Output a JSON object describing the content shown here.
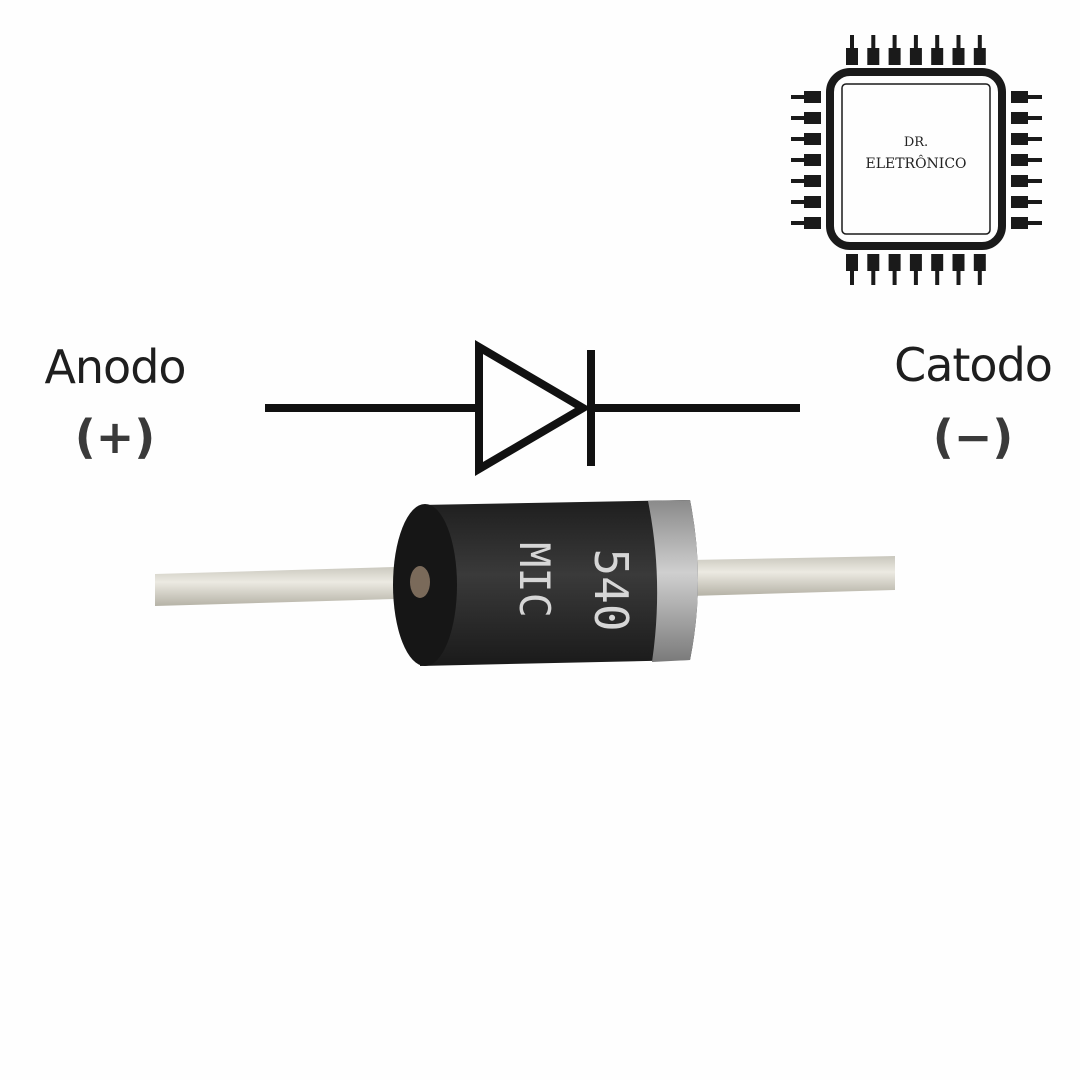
{
  "logo": {
    "line1": "DR.",
    "line2": "ELETRÔNICO"
  },
  "anode": {
    "label": "Anodo",
    "sign": "(+)"
  },
  "cathode": {
    "label": "Catodo",
    "sign": "(−)"
  },
  "diode_markings": {
    "line1": "MIC",
    "line2": "540"
  },
  "colors": {
    "ink": "#111111",
    "body": "#2a2a2a",
    "band": "#b8b8b8",
    "lead": "#d8d6cc"
  }
}
